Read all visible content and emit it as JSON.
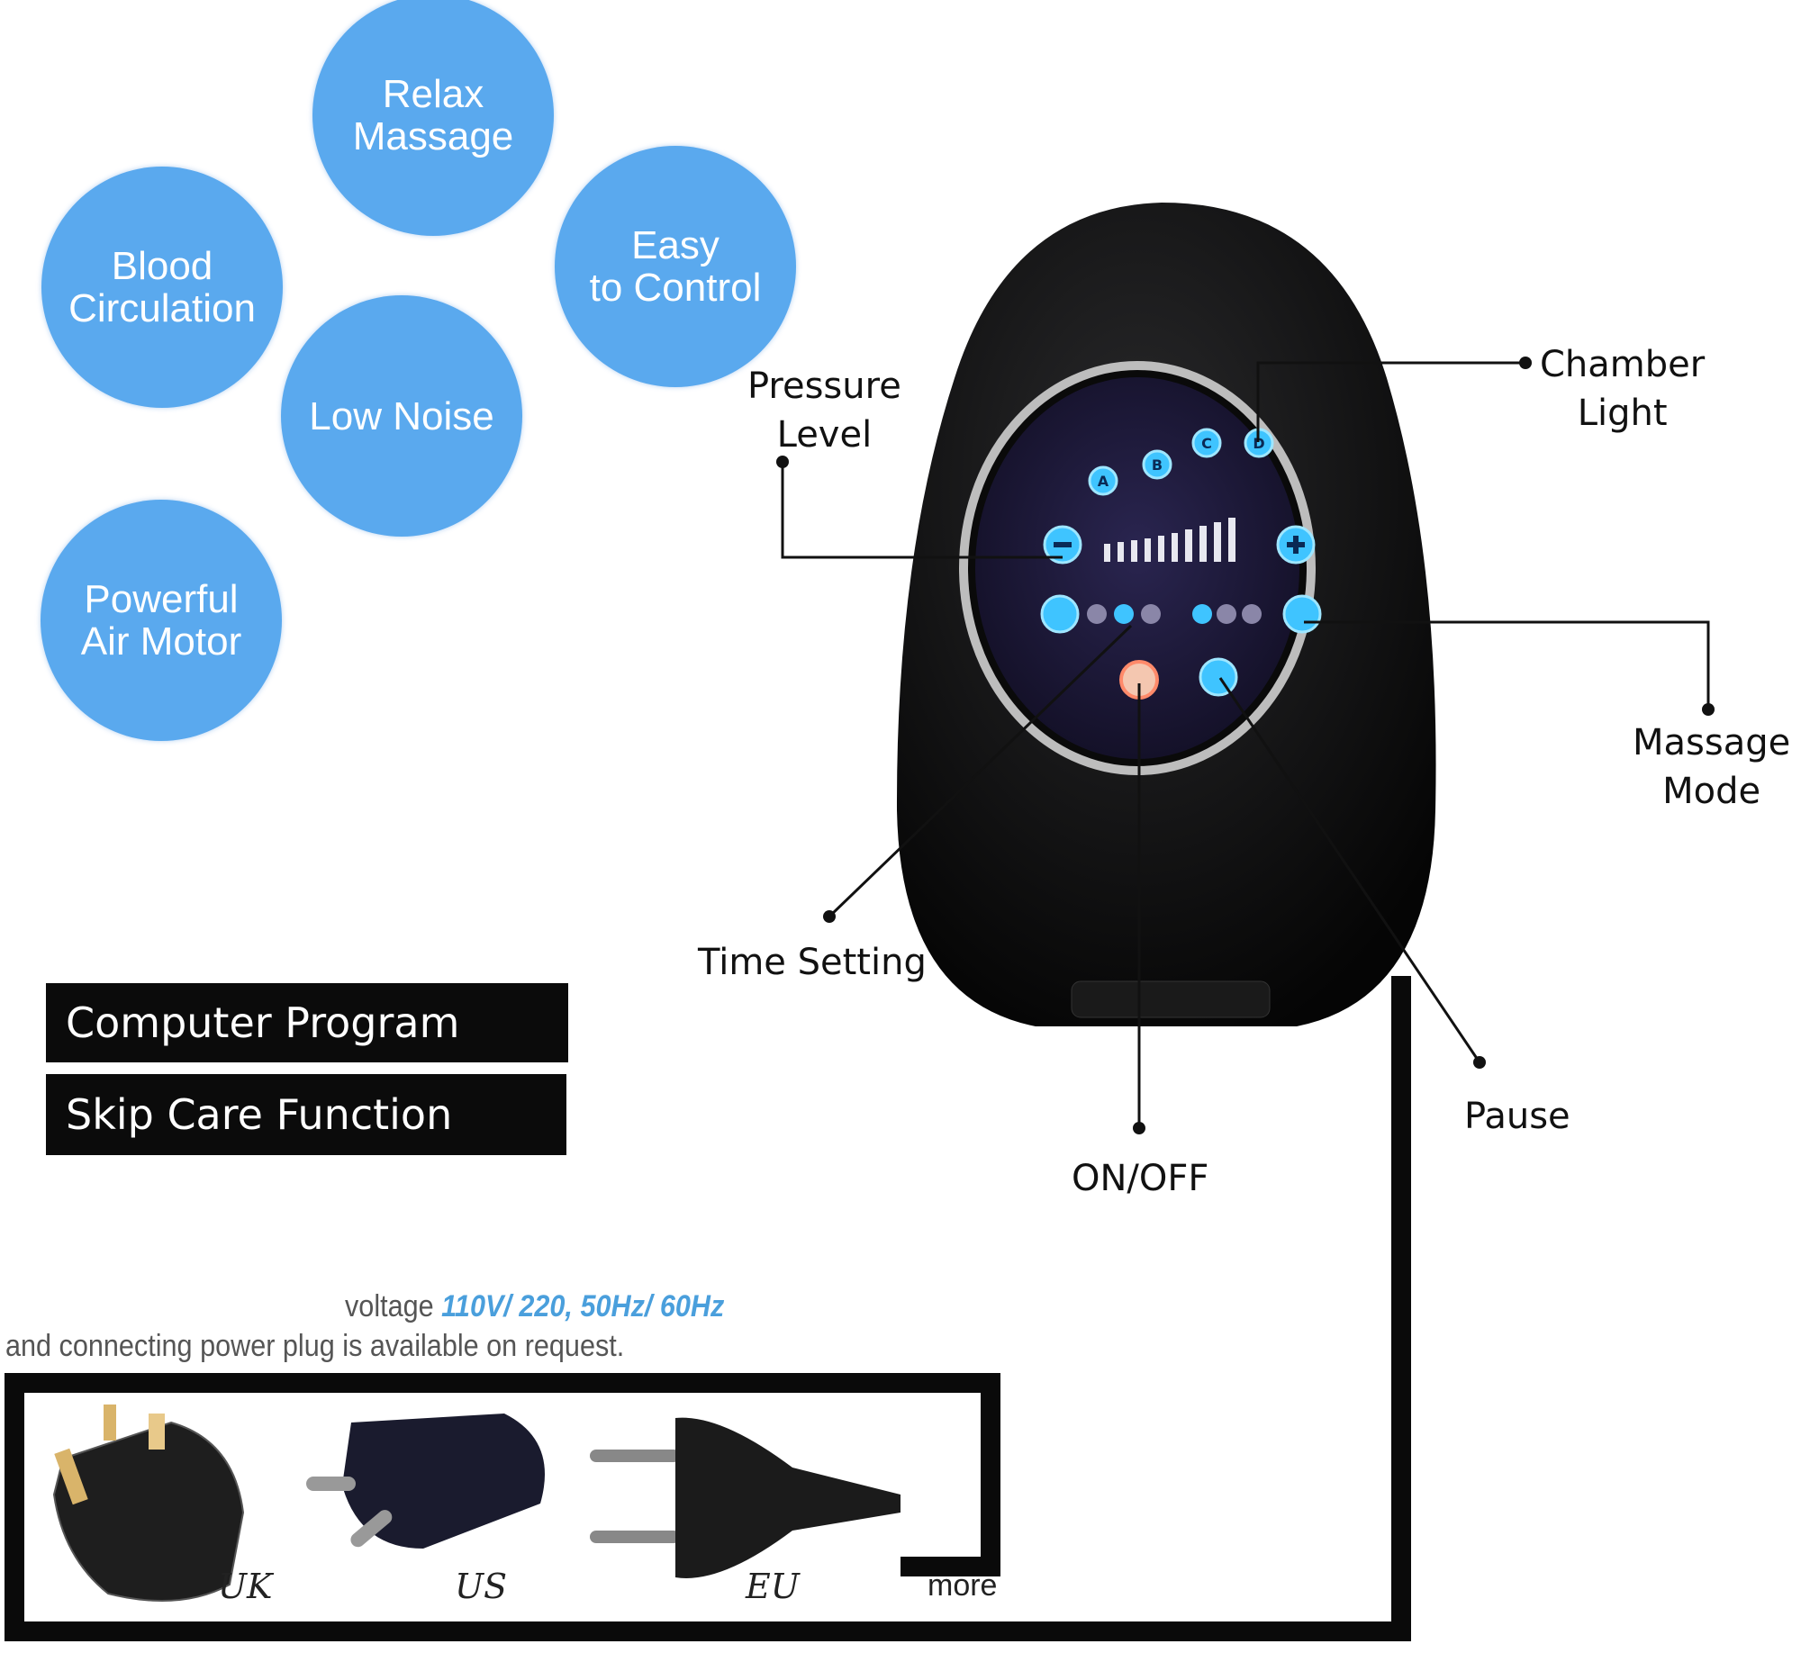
{
  "features": [
    {
      "line1": "Relax",
      "line2": "Massage"
    },
    {
      "line1": "Blood",
      "line2": "Circulation"
    },
    {
      "line1": "Easy",
      "line2": "to Control"
    },
    {
      "line1": "Low Noise",
      "line2": ""
    },
    {
      "line1": "Powerful",
      "line2": "Air Motor"
    }
  ],
  "callouts": {
    "pressure": {
      "line1": "Pressure",
      "line2": "Level"
    },
    "chamber": {
      "line1": "Chamber",
      "line2": "Light"
    },
    "mode": {
      "line1": "Massage",
      "line2": "Mode"
    },
    "time": "Time Setting",
    "pause": "Pause",
    "onoff": "ON/OFF"
  },
  "panel": {
    "chambers": [
      "A",
      "B",
      "C",
      "D"
    ],
    "pressure_level_bars": 10
  },
  "functions": [
    "Computer Program",
    "Skip Care Function"
  ],
  "power": {
    "voltage_prefix": "voltage",
    "voltage_values": "110V/ 220, 50Hz/ 60Hz",
    "note": "and connecting power plug is available on request."
  },
  "plugs": [
    "UK",
    "US",
    "EU",
    "more"
  ],
  "colors": {
    "bubble": "#5aa9ee",
    "highlight": "#4a9fdc",
    "led": "#3fc4ff"
  }
}
